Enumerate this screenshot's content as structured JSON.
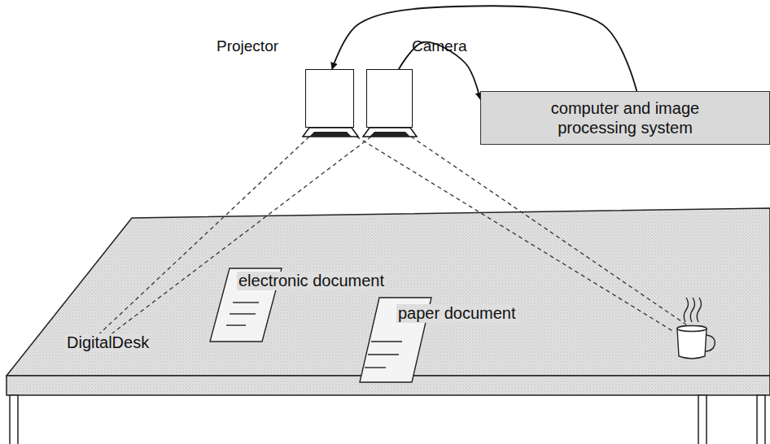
{
  "diagram": {
    "nodes": [
      {
        "text": [
          "Projector"
        ]
      },
      {
        "text": [
          "Camera"
        ]
      },
      {
        "text": [
          "computer and image processing system"
        ]
      }
    ],
    "edges": [
      {
        "from": 1,
        "to": 2,
        "arrow": "to"
      },
      {
        "from": 2,
        "to": 0,
        "arrow": "to"
      }
    ],
    "labels": [
      "electronic document",
      "paper document",
      "DigitalDesk"
    ]
  }
}
